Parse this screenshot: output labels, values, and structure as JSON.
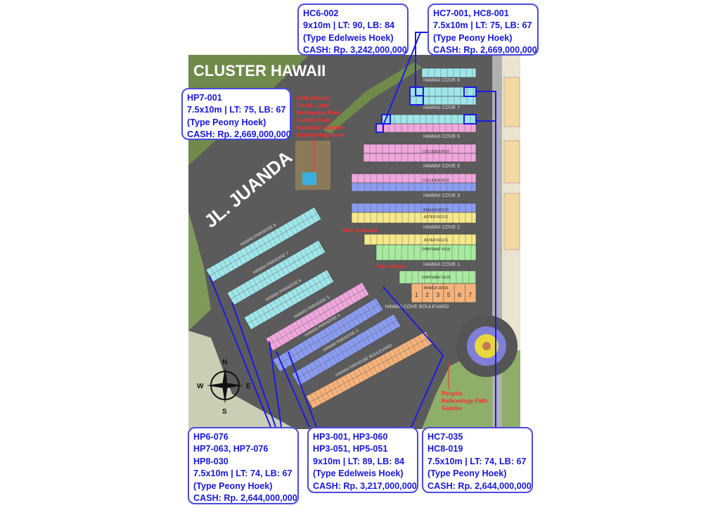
{
  "map": {
    "title": "CLUSTER HAWAII",
    "road_name": "JL. JUANDA",
    "coves": [
      "HAWAII COVE 8",
      "HAWAII COVE 7",
      "HAWAII COVE 6",
      "HAWAII COVE 5",
      "HAWAII COVE 3",
      "HAWAII COVE 2",
      "HAWAII COVE 1",
      "HAWAII COVE BOULEVARD"
    ],
    "block_types": [
      "LOLLILEIS 6X10",
      "LOLLILEIS 6X10",
      "AZALEA 6X12.5",
      "ASTER 6X12.5",
      "ASTER 6X12.5",
      "CHRYSANT 6X15",
      "CHRYSANT 6X15",
      "ANNICA 15X16"
    ],
    "orange_lots": [
      "1",
      "2",
      "3",
      "5",
      "6",
      "7"
    ],
    "paradise_streets": [
      "HAWAII PARADISE 8",
      "HAWAII PARADISE 7",
      "HAWAII PARADISE 6",
      "HAWAII PARADISE 5",
      "HAWAII PARADISE 4",
      "HAWAII PARADISE 3",
      "HAWAII PARADISE BOULEVARD"
    ],
    "facilities": {
      "club": [
        "Club House",
        "Taichi Lawn",
        "Swimming Pool",
        "Outdor Gym",
        "Hawaiian Garden",
        "Sunbathing Area"
      ],
      "mini_outbond": "Mini Outbond",
      "tree_house": "Tree House",
      "park": [
        "Pergola",
        "Reflexology Path",
        "Gazebo"
      ]
    },
    "compass": {
      "n": "N",
      "s": "S",
      "e": "E",
      "w": "W"
    },
    "colors": {
      "cyan": "#9fe6ea",
      "pink": "#f0a6dc",
      "blue": "#8a9cf0",
      "yellow": "#f5e88a",
      "green": "#a8eba0",
      "orange": "#f5b27a",
      "callout": "#1717e0",
      "facility": "#ff2a2a"
    }
  },
  "callouts": [
    {
      "id": "hc6",
      "lines": [
        "HC6-002",
        "9x10m | LT: 90, LB: 84",
        "(Type Edelweis Hoek)",
        "CASH: Rp. 3,242,000,000"
      ]
    },
    {
      "id": "hc7",
      "lines": [
        "HC7-001, HC8-001",
        "7.5x10m | LT: 75, LB: 67",
        "(Type Peony Hoek)",
        "CASH: Rp. 2,669,000,000"
      ]
    },
    {
      "id": "hp7",
      "lines": [
        "HP7-001",
        "7.5x10m | LT: 75, LB: 67",
        "(Type Peony Hoek)",
        "CASH: Rp. 2,669,000,000"
      ]
    },
    {
      "id": "hp6",
      "lines": [
        "HP6-076",
        "HP7-063, HP7-076",
        "HP8-030",
        "7.5x10m | LT: 74, LB: 67",
        "(Type Peony Hoek)",
        "CASH: Rp. 2,644,000,000"
      ]
    },
    {
      "id": "hp3",
      "lines": [
        "HP3-001, HP3-060",
        "HP3-051, HP5-051",
        "9x10m | LT: 89, LB: 84",
        "(Type Edelweis Hoek)",
        "CASH: Rp. 3,217,000,000"
      ]
    },
    {
      "id": "hc735",
      "lines": [
        "HC7-035",
        "HC8-019",
        "7.5x10m | LT: 74, LB: 67",
        "(Type Peony Hoek)",
        "CASH: Rp. 2,644,000,000"
      ]
    }
  ]
}
